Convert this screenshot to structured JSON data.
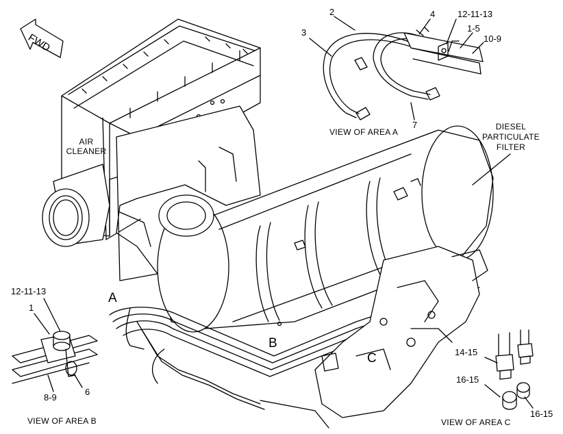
{
  "fwd_label": "FWD",
  "component_labels": {
    "air_cleaner": [
      "AIR",
      "CLEANER"
    ],
    "dpf": [
      "DIESEL",
      "PARTICULATE",
      "FILTER"
    ]
  },
  "area_markers": {
    "a": "A",
    "b": "B",
    "c": "C"
  },
  "views": {
    "a": {
      "caption": "VIEW OF AREA A",
      "callouts": [
        "2",
        "3",
        "4",
        "12-11-13",
        "1-5",
        "10-9",
        "7"
      ]
    },
    "b": {
      "caption": "VIEW OF AREA B",
      "callouts": [
        "12-11-13",
        "1",
        "8-9",
        "6"
      ]
    },
    "c": {
      "caption": "VIEW OF AREA C",
      "callouts": [
        "14-15",
        "16-15",
        "16-15"
      ]
    }
  }
}
